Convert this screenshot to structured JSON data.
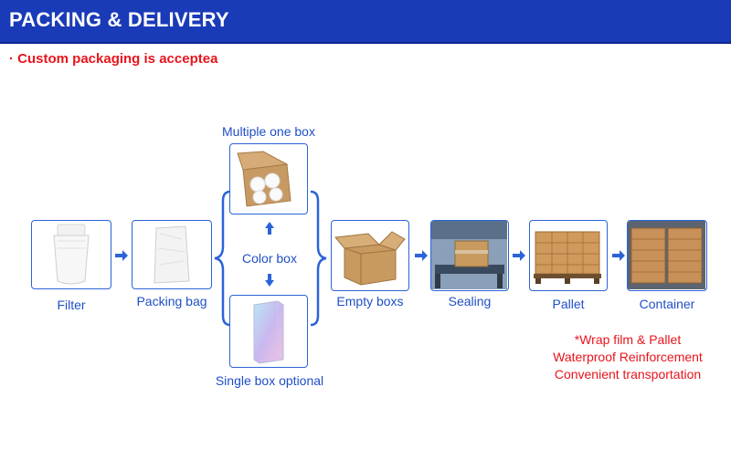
{
  "header": {
    "title": "PACKING & DELIVERY"
  },
  "note": "· Custom packaging is acceptea",
  "steps": {
    "filter": "Filter",
    "packing_bag": "Packing bag",
    "multiple_one_box": "Multiple one box",
    "color_box": "Color box",
    "single_box_optional": "Single box optional",
    "empty_boxs": "Empty boxs",
    "sealing": "Sealing",
    "pallet": "Pallet",
    "container": "Container"
  },
  "remark": {
    "line1": "*Wrap film & Pallet",
    "line2": "Waterproof Reinforcement",
    "line3": "Convenient transportation"
  },
  "colors": {
    "header_bg": "#1a3bb8",
    "accent_blue": "#2b63d9",
    "label_blue": "#1f4fc6",
    "note_red": "#e8141c"
  }
}
